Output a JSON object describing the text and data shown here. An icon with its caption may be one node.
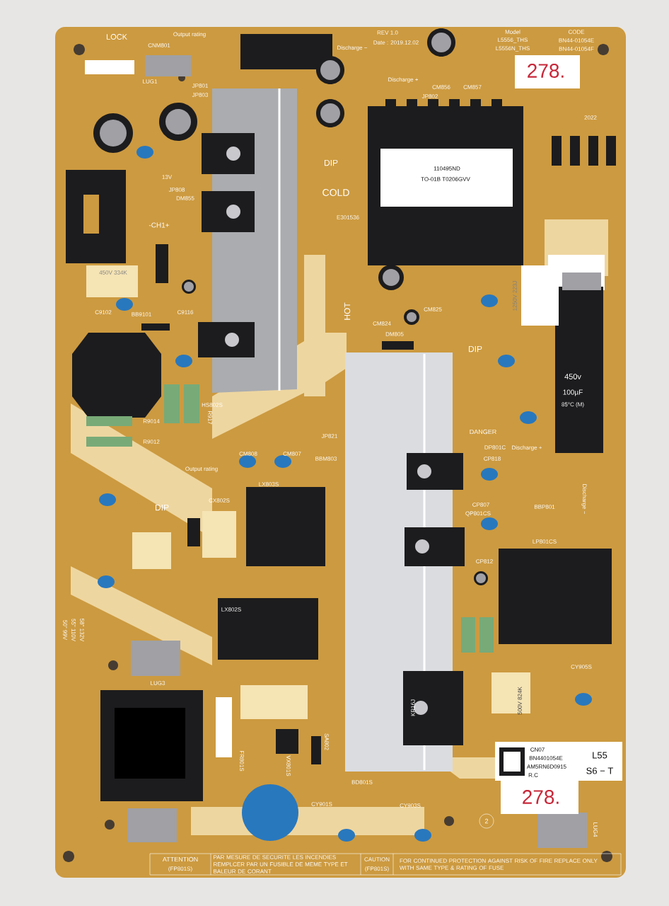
{
  "diagram": {
    "labels": [
      "LOCK",
      "Output rating",
      "CNM801",
      "REV 1.0",
      "Date : 2019.12.02",
      "Model",
      "CODE",
      "L5556_THS",
      "BN44-01054E",
      "L5556N_THS",
      "BN44-01054F",
      "Discharge −",
      "278.",
      "LUG1",
      "Discharge +",
      "JP801",
      "JP803",
      "CM856",
      "CM857",
      "JP802",
      "2022",
      "110495ND",
      "TO-01B T0206GVV",
      "DIP",
      "13V",
      "JP808",
      "DM855",
      "COLD",
      "E301536",
      "-CH1+",
      "450V 334K",
      "C9102",
      "BB9101",
      "C9116",
      "HOT",
      "CM825",
      "CM824",
      "1250V 223J",
      "DM805",
      "DIP",
      "450v",
      "100µF",
      "HS802S",
      "85°C (M)",
      "R917",
      "R9014",
      "DANGER",
      "JP821",
      "R9012",
      "DP801C",
      "Discharge +",
      "CM808",
      "CM807",
      "BBM803",
      "CP818",
      "Output rating",
      "LX803S",
      "CX802S",
      "DIP",
      "CP807",
      "BBP801",
      "QP801CS",
      "Discharge −",
      "LP801CS",
      "CP812",
      "LX802S",
      "50\" 99V",
      "55\" 110V",
      "58\" 132V",
      "CY905S",
      "LUG3",
      "500V 824K",
      "KR16J",
      "SA802",
      "CN07",
      "L55",
      "BN4401054E",
      "FR801S",
      "VX801S",
      "AM5RN6D0915",
      "S6 − T",
      "R.C",
      "BD801S",
      "278.",
      "CY901S",
      "CY903S",
      "2",
      "LUG4",
      "ATTENTION",
      "(FP801S)",
      "PAR MESURE DE SECURITE LES INCENDIES REMPLCER PAR UN FUSIBLE DE MEME TYPE ET BALEUR DE CORANT",
      "CAUTION",
      "(FP801S)",
      "FOR CONTINUED PROTECTION AGAINST RISK OF FIRE REPLACE ONLY WITH SAME TYPE & RATING OF FUSE"
    ]
  }
}
